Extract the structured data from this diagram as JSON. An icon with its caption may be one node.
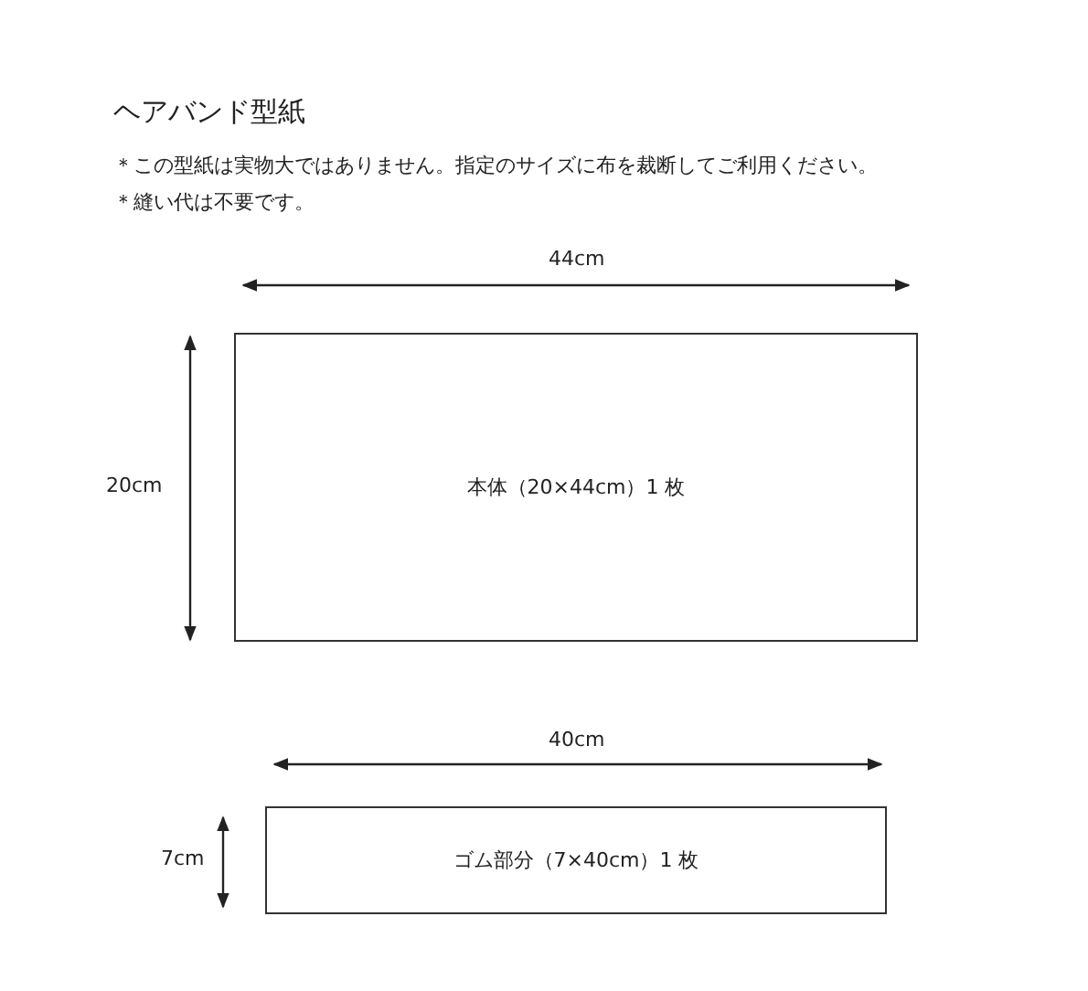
{
  "diagram": {
    "title": "ヘアバンド型紙",
    "nodes": [
      {
        "text": [
          "本体（20×44cm）1 枚"
        ]
      },
      {
        "text": [
          "ゴム部分（7×40cm）1 枚"
        ]
      }
    ],
    "edges": [],
    "labels": [
      "＊この型紙は実物大ではありません。指定のサイズに布を裁断してご利用ください。",
      "＊縫い代は不要です。",
      "44cm",
      "20cm",
      "40cm",
      "7cm"
    ]
  }
}
